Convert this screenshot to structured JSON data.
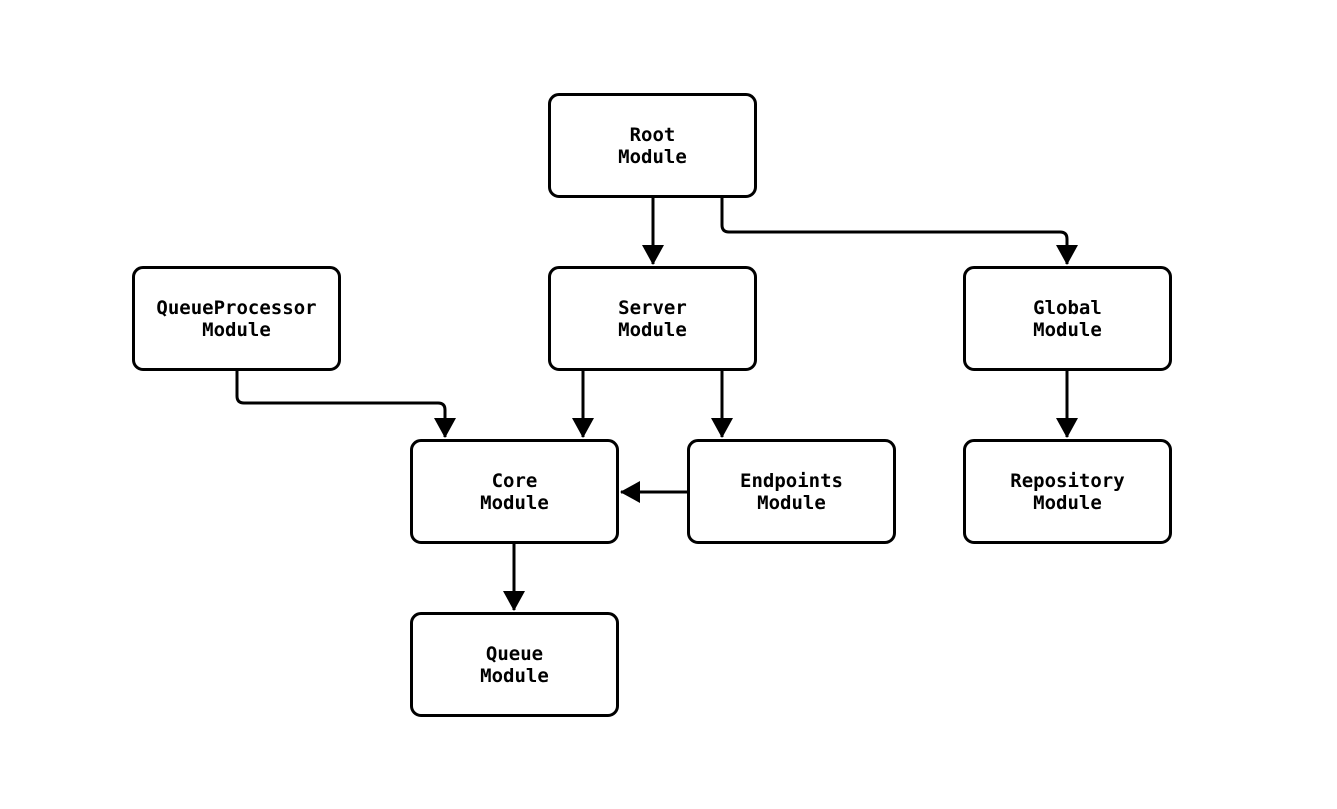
{
  "diagram": {
    "type": "module-dependency-graph",
    "background_color": "#ffffff",
    "node_fill_color": "#ffffff",
    "node_border_color": "#000000",
    "edge_color": "#000000",
    "text_color": "#000000",
    "nodes": [
      {
        "id": "root",
        "label": "Root Module",
        "line1": "Root",
        "line2": "Module"
      },
      {
        "id": "queueprocessor",
        "label": "QueueProcessor Module",
        "line1": "QueueProcessor",
        "line2": "Module"
      },
      {
        "id": "server",
        "label": "Server Module",
        "line1": "Server",
        "line2": "Module"
      },
      {
        "id": "global",
        "label": "Global Module",
        "line1": "Global",
        "line2": "Module"
      },
      {
        "id": "core",
        "label": "Core Module",
        "line1": "Core",
        "line2": "Module"
      },
      {
        "id": "endpoints",
        "label": "Endpoints Module",
        "line1": "Endpoints",
        "line2": "Module"
      },
      {
        "id": "repository",
        "label": "Repository Module",
        "line1": "Repository",
        "line2": "Module"
      },
      {
        "id": "queue",
        "label": "Queue Module",
        "line1": "Queue",
        "line2": "Module"
      }
    ],
    "edges": [
      {
        "from": "Root Module",
        "to": "Server Module",
        "style": "arrow"
      },
      {
        "from": "Root Module",
        "to": "Global Module",
        "style": "arrow"
      },
      {
        "from": "QueueProcessor Module",
        "to": "Core Module",
        "style": "arrow"
      },
      {
        "from": "Server Module",
        "to": "Core Module",
        "style": "arrow"
      },
      {
        "from": "Server Module",
        "to": "Endpoints Module",
        "style": "arrow"
      },
      {
        "from": "Endpoints Module",
        "to": "Core Module",
        "style": "arrow"
      },
      {
        "from": "Global Module",
        "to": "Repository Module",
        "style": "arrow"
      },
      {
        "from": "Core Module",
        "to": "Queue Module",
        "style": "arrow"
      }
    ]
  }
}
